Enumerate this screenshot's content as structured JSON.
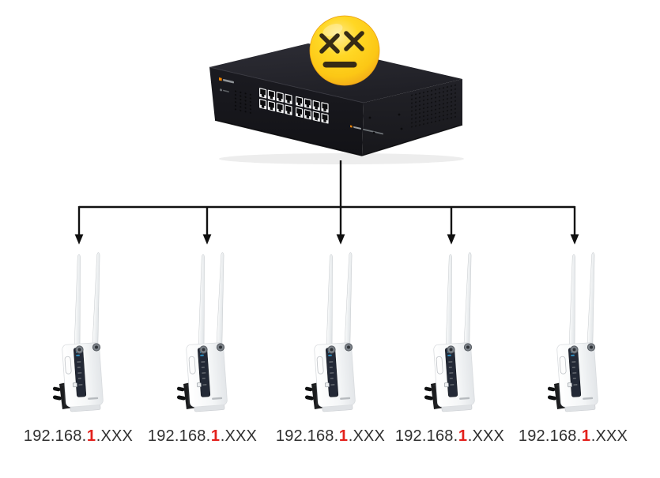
{
  "page": {
    "kind": "network-topology-diagram",
    "background": "#ffffff"
  },
  "switch": {
    "icon": "16-port-ethernet-switch-illustration",
    "visible_port_count": 16,
    "overlay_icon": "dead-dizzy-face-emoji"
  },
  "emoji": {
    "name": "dead-dizzy-face-emoji",
    "eyes": "x-x",
    "mouth": "flat-bar",
    "color": "#ffd21e"
  },
  "connectors": {
    "style": "black-right-angle-tree-with-arrowheads",
    "branches": 5,
    "color": "#101010"
  },
  "devices": [
    {
      "icon": "wifi-repeater-two-antennas",
      "ip_prefix": "192.168.",
      "ip_octet": "1",
      "ip_suffix": ".XXX"
    },
    {
      "icon": "wifi-repeater-two-antennas",
      "ip_prefix": "192.168.",
      "ip_octet": "1",
      "ip_suffix": ".XXX"
    },
    {
      "icon": "wifi-repeater-two-antennas",
      "ip_prefix": "192.168.",
      "ip_octet": "1",
      "ip_suffix": ".XXX"
    },
    {
      "icon": "wifi-repeater-two-antennas",
      "ip_prefix": "192.168.",
      "ip_octet": "1",
      "ip_suffix": ".XXX"
    },
    {
      "icon": "wifi-repeater-two-antennas",
      "ip_prefix": "192.168.",
      "ip_octet": "1",
      "ip_suffix": ".XXX"
    }
  ],
  "colors": {
    "ip_text": "#303030",
    "ip_highlight": "#e3211c",
    "connector": "#101010",
    "switch_body": "#17171c",
    "emoji_yellow": "#ffd21e",
    "device_led_panel": "#232936"
  }
}
